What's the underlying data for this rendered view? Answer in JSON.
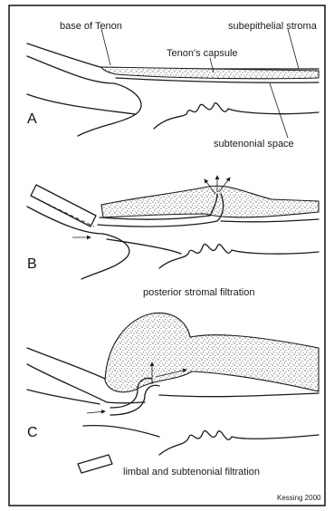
{
  "figure": {
    "panel_a": {
      "letter": "A",
      "labels": {
        "base_of_tenon": "base of Tenon",
        "subepithelial_stroma": "subepithelial stroma",
        "tenons_capsule": "Tenon's capsule",
        "subtenonial_space": "subtenonial space"
      }
    },
    "panel_b": {
      "letter": "B",
      "caption": "posterior stromal filtration"
    },
    "panel_c": {
      "letter": "C",
      "caption": "limbal and subtenonial filtration"
    },
    "credit": "Kessing 2000"
  }
}
